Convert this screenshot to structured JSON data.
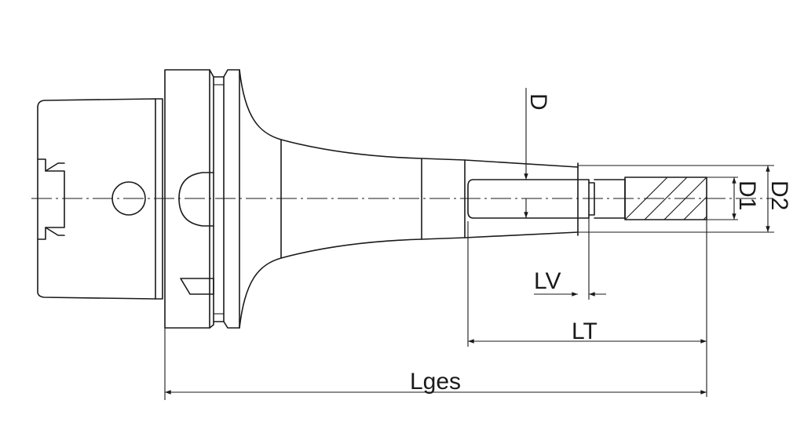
{
  "labels": {
    "d": "D",
    "d1": "D1",
    "d2": "D2",
    "lv": "LV",
    "lt": "LT",
    "lges": "Lges"
  },
  "colors": {
    "line": "#1a1a1a",
    "background": "#ffffff"
  }
}
